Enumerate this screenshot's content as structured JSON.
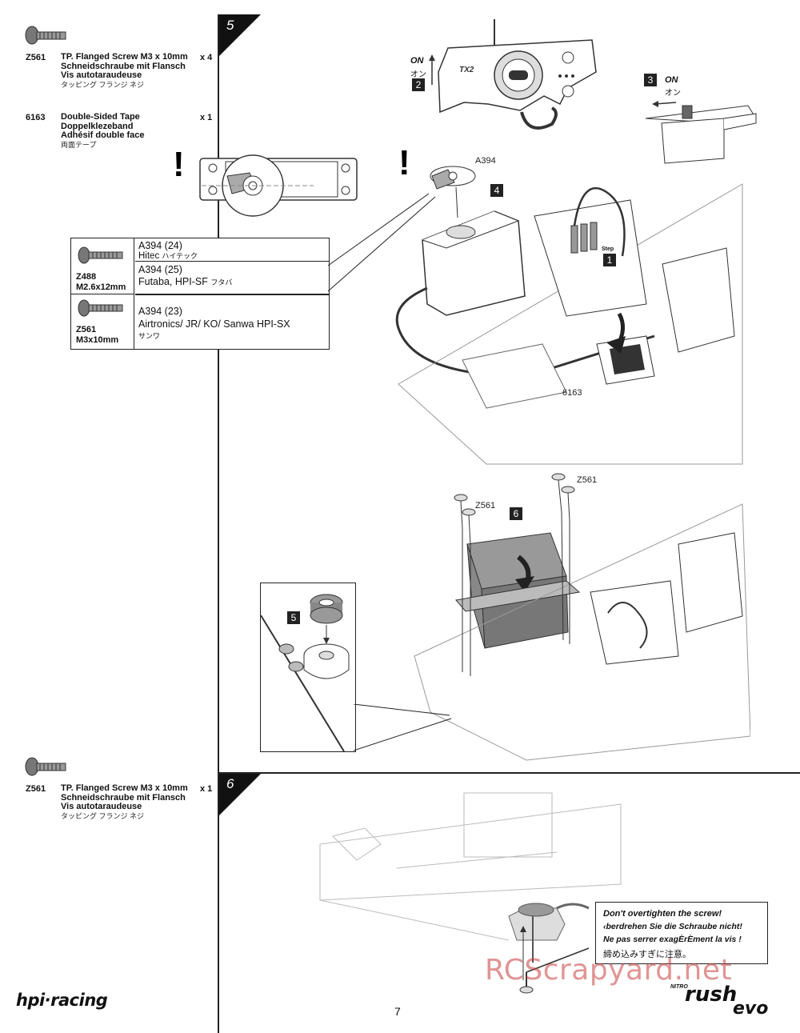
{
  "parts_top": [
    {
      "code": "Z561",
      "name_en": "TP. Flanged Screw M3 x 10mm",
      "name_de": "Schneidschraube mit Flansch",
      "name_fr": "Vis autotaraudeuse",
      "name_jp": "タッピング フランジ ネジ",
      "qty": "x 4"
    },
    {
      "code": "6163",
      "name_en": "Double-Sided Tape",
      "name_de": "Doppelklezeband",
      "name_fr": "Adhésif double face",
      "name_jp": "両面テープ",
      "qty": "x 1"
    }
  ],
  "parts_bottom": {
    "code": "Z561",
    "name_en": "TP. Flanged Screw M3 x 10mm",
    "name_de": "Schneidschraube mit Flansch",
    "name_fr": "Vis autotaraudeuse",
    "name_jp": "タッピング フランジ ネジ",
    "qty": "x 1"
  },
  "steps": {
    "step5": "5",
    "step6": "6"
  },
  "sub_badges": {
    "b1": "1",
    "b2": "2",
    "b3": "3",
    "b4": "4",
    "b5": "5",
    "b6": "6",
    "step_tag": "Step"
  },
  "on_labels": {
    "tx_on": "ON",
    "tx_on_jp": "オン",
    "rx_on": "ON",
    "rx_on_jp": "オン"
  },
  "callouts": {
    "a394": "A394",
    "tape": "6163",
    "z561_a": "Z561",
    "z561_b": "Z561",
    "tx_brand": "TX2"
  },
  "servo_table": {
    "row1_code": "Z488",
    "row1_size": "M2.6x12mm",
    "row1_a": "A394 (24)",
    "row1_a_brand": "Hitec",
    "row1_a_jp": "ハイテック",
    "row1_b": "A394 (25)",
    "row1_b_brand": "Futaba, HPI-SF",
    "row1_b_jp": "フタバ",
    "row2_code": "Z561",
    "row2_size": "M3x10mm",
    "row2_a": "A394 (23)",
    "row2_a_brand": "Airtronics/ JR/ KO/ Sanwa HPI-SX",
    "row2_a_jp": "サンワ"
  },
  "warning": {
    "en": "Don't overtighten the screw!",
    "de": "‹berdrehen Sie die Schraube nicht!",
    "fr": "Ne pas serrer exagÈrÈment la vis !",
    "jp": "締め込みすぎに注意。"
  },
  "footer": {
    "brand_left": "hpi·racing",
    "page": "7",
    "brand_right_small": "NITRO",
    "brand_right_a": "rush",
    "brand_right_b": "evo"
  },
  "watermark": "RCScrapyard.net",
  "exclaim": "!"
}
